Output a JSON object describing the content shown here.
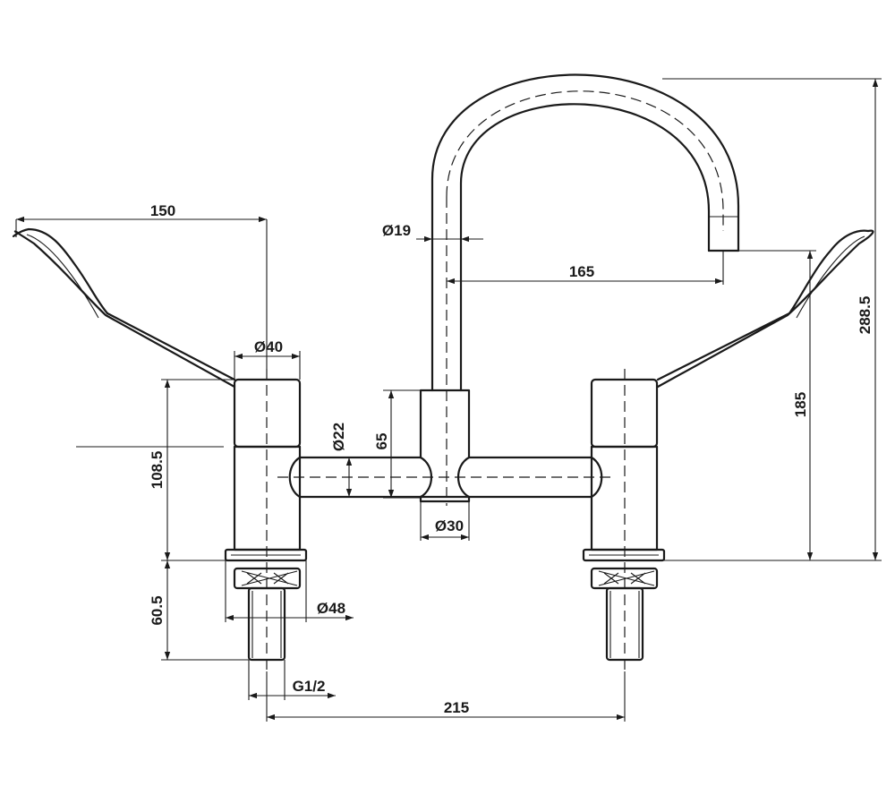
{
  "dimensions": {
    "handle_reach": "150",
    "body_diameter": "Ø40",
    "spout_diameter": "Ø19",
    "spout_reach": "165",
    "overall_height": "288.5",
    "spout_height": "185",
    "bridge_diameter": "Ø22",
    "bridge_height": "65",
    "hub_diameter": "Ø30",
    "body_height": "108.5",
    "shank_length": "60.5",
    "flange_diameter": "Ø48",
    "thread_size": "G1/2",
    "centres": "215"
  },
  "colors": {
    "line": "#1a1a1a",
    "background": "#ffffff"
  }
}
